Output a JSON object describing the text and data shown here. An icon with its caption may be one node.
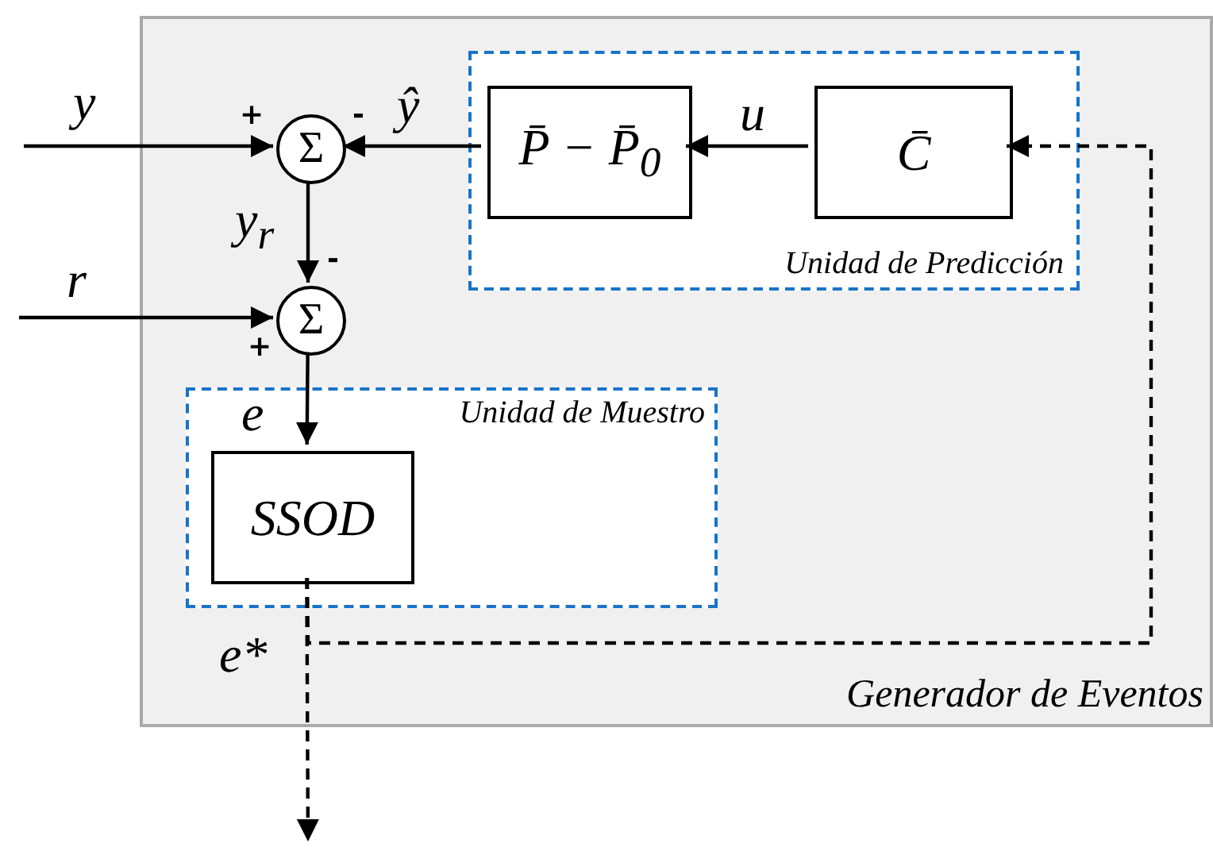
{
  "diagram": {
    "nodes": [
      {
        "text": [
          "Generador de Eventos"
        ]
      },
      {
        "text": [
          "Unidad de Predicción"
        ],
        "in": 0
      },
      {
        "text": [
          "P̄ − P̄$_{0}$"
        ],
        "in": 1
      },
      {
        "text": [
          "C̄"
        ],
        "in": 1
      },
      {
        "text": [
          "Unidad de Muestro"
        ],
        "in": 0
      },
      {
        "text": [
          "SSOD"
        ],
        "in": 4
      },
      {
        "text": [
          "Σ"
        ],
        "in": 0
      },
      {
        "text": [
          "Σ"
        ],
        "in": 0
      }
    ],
    "edges": [
      {
        "from": null,
        "to": 6,
        "arrow": "to",
        "label": "y"
      },
      {
        "from": 2,
        "to": 6,
        "arrow": "to",
        "label": "ŷ"
      },
      {
        "from": 3,
        "to": 2,
        "arrow": "to",
        "label": "u"
      },
      {
        "from": 6,
        "to": 7,
        "arrow": "to",
        "label": "y$_{r}$"
      },
      {
        "from": null,
        "to": 7,
        "arrow": "to",
        "label": "r"
      },
      {
        "from": 7,
        "to": 5,
        "arrow": "to",
        "label": "e"
      },
      {
        "from": 5,
        "to": 3,
        "arrow": "to",
        "style": "dashed"
      },
      {
        "from": 5,
        "to": null,
        "arrow": "to",
        "style": "dashed",
        "label": "e*"
      }
    ],
    "labels": [
      "+",
      "-",
      "-",
      "+"
    ]
  }
}
